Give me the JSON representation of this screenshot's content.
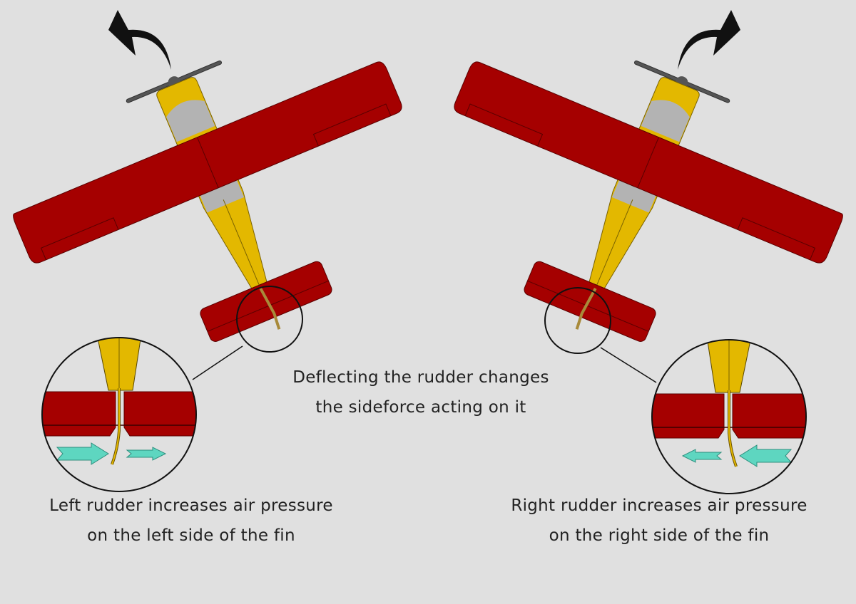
{
  "captions": {
    "center": [
      "Deflecting the rudder changes",
      "the sideforce acting on it"
    ],
    "left": [
      "Left rudder increases air pressure",
      "on the left side of the fin"
    ],
    "right": [
      "Right rudder increases air pressure",
      "on the right side of the fin"
    ]
  },
  "colors": {
    "background": "#e0e0e0",
    "wing": "#a50000",
    "fuselage": "#e3b800",
    "cowling": "#b3b3b3",
    "airflow_arrow": "#5ed6c0",
    "rudder": "#a88a3a"
  },
  "icons": [
    "turn-left-arrow-icon",
    "turn-right-arrow-icon"
  ]
}
